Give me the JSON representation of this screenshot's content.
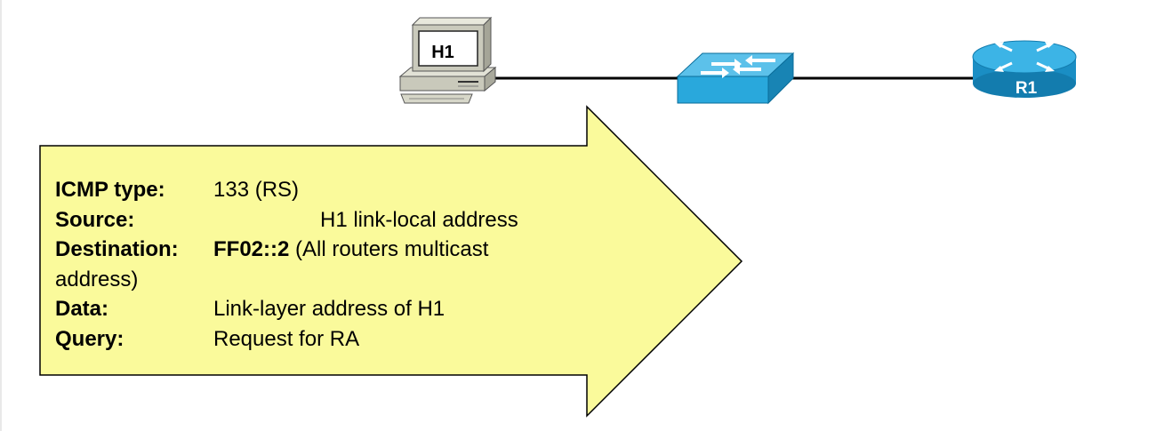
{
  "devices": {
    "host": {
      "label": "H1"
    },
    "switch": {
      "label": ""
    },
    "router": {
      "label": "R1"
    }
  },
  "colors": {
    "arrow_fill": "#fafa9b",
    "arrow_stroke": "#000000",
    "switch_blue": "#29a8dc",
    "router_blue": "#1c9fd9",
    "host_gray": "#c8c8b8",
    "link_line": "#000000"
  },
  "icons": {
    "host": "desktop-computer-icon",
    "switch": "network-switch-icon",
    "router": "router-icon"
  },
  "packet": {
    "icmp_type": {
      "label": "ICMP type:",
      "value": "133 (RS)"
    },
    "source": {
      "label": "Source:",
      "value": "H1 link-local address"
    },
    "destination": {
      "label": "Destination:",
      "address": "FF02::2",
      "value_rest": " (All routers multicast",
      "value_cont": "address)"
    },
    "data": {
      "label": "Data:",
      "value": "Link-layer address of H1"
    },
    "query": {
      "label": "Query:",
      "value": "Request for RA"
    }
  }
}
